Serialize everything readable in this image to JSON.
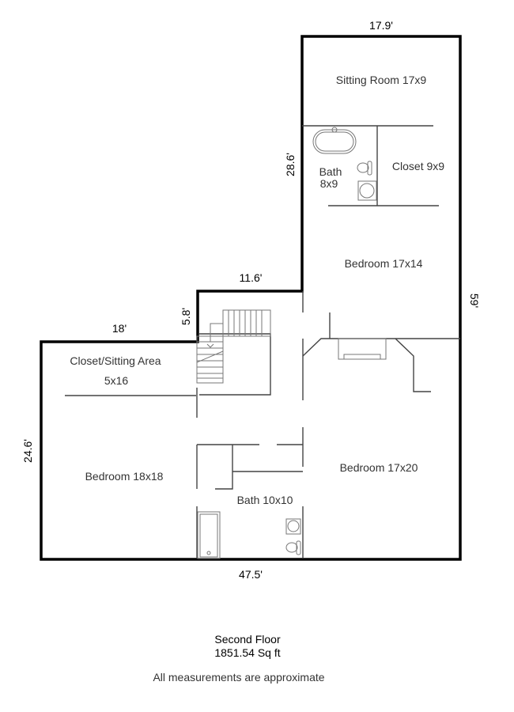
{
  "rooms": {
    "sitting_room": "Sitting Room 17x9",
    "bath_upper_line1": "Bath",
    "bath_upper_line2": "8x9",
    "closet": "Closet 9x9",
    "bedroom_17x14": "Bedroom 17x14",
    "closet_sitting_line1": "Closet/Sitting Area",
    "closet_sitting_line2": "5x16",
    "bedroom_18x18": "Bedroom 18x18",
    "bath_lower": "Bath 10x10",
    "bedroom_17x20": "Bedroom 17x20"
  },
  "dimensions": {
    "top": "17.9'",
    "upper_left": "28.6'",
    "right": "59'",
    "step_top": "11.6'",
    "step_side": "5.8'",
    "left_top": "18'",
    "left": "24.6'",
    "bottom": "47.5'"
  },
  "footer": {
    "floor": "Second Floor",
    "area": "1851.54 Sq ft",
    "note": "All measurements are approximate"
  }
}
